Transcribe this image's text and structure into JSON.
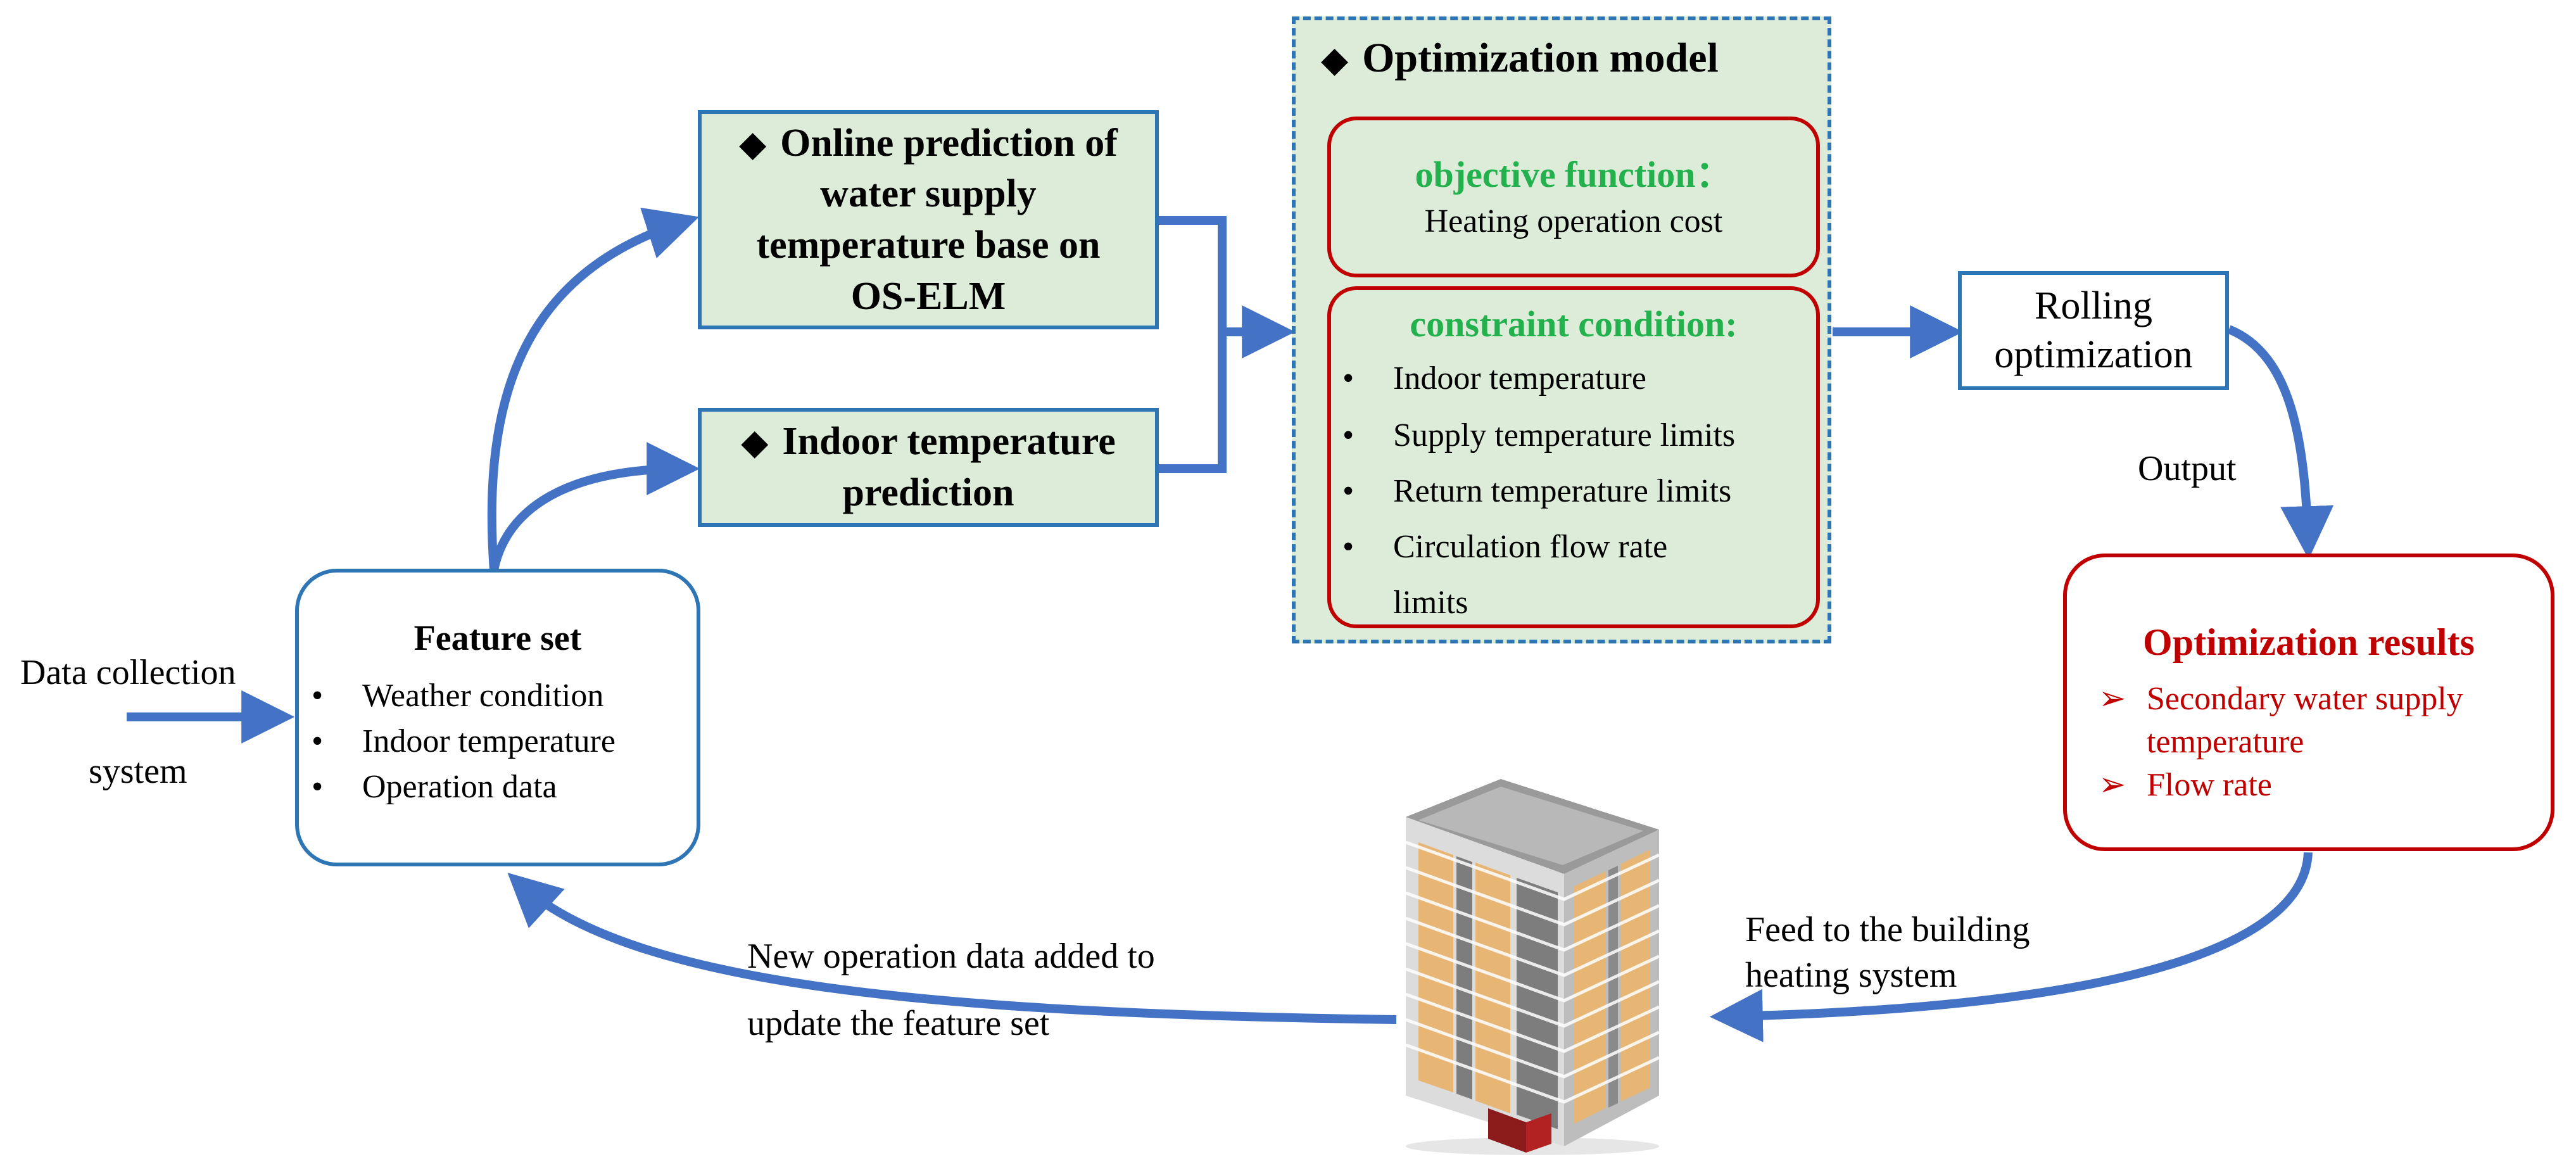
{
  "input": {
    "line1": "Data collection",
    "line2": "system"
  },
  "feature_set": {
    "title": "Feature set",
    "items": [
      "Weather condition",
      "Indoor temperature",
      "Operation data"
    ]
  },
  "prediction_online": {
    "lines": [
      "Online prediction of",
      "water supply",
      "temperature base on",
      "OS-ELM"
    ]
  },
  "prediction_indoor": {
    "lines": [
      "Indoor temperature",
      "prediction"
    ]
  },
  "optimization_model": {
    "title": "Optimization model",
    "objective": {
      "title": "objective function：",
      "text": "Heating operation cost"
    },
    "constraint": {
      "title": "constraint condition:",
      "items": [
        "Indoor temperature",
        "Supply temperature limits",
        "Return temperature limits",
        "Circulation flow rate",
        "limits"
      ]
    }
  },
  "rolling": {
    "lines": [
      "Rolling",
      "optimization"
    ]
  },
  "output_label": "Output",
  "results": {
    "title": "Optimization results",
    "items": [
      "Secondary water supply",
      "temperature",
      "Flow rate"
    ]
  },
  "feed_label": {
    "line1": "Feed to the building",
    "line2": "heating system"
  },
  "update_label": {
    "line1": "New operation data added to",
    "line2": "update the feature set"
  },
  "colors": {
    "arrow": "#4472c4",
    "box_border": "#2e75b6",
    "box_fill": "#dcecd8",
    "red": "#c00000",
    "green_text": "#22b14c"
  },
  "icons": {
    "bullet": "bullet-dot",
    "diamond": "black-diamond",
    "arrowhead_bullet": "red-arrow-marker",
    "building": "apartment-building-icon"
  }
}
